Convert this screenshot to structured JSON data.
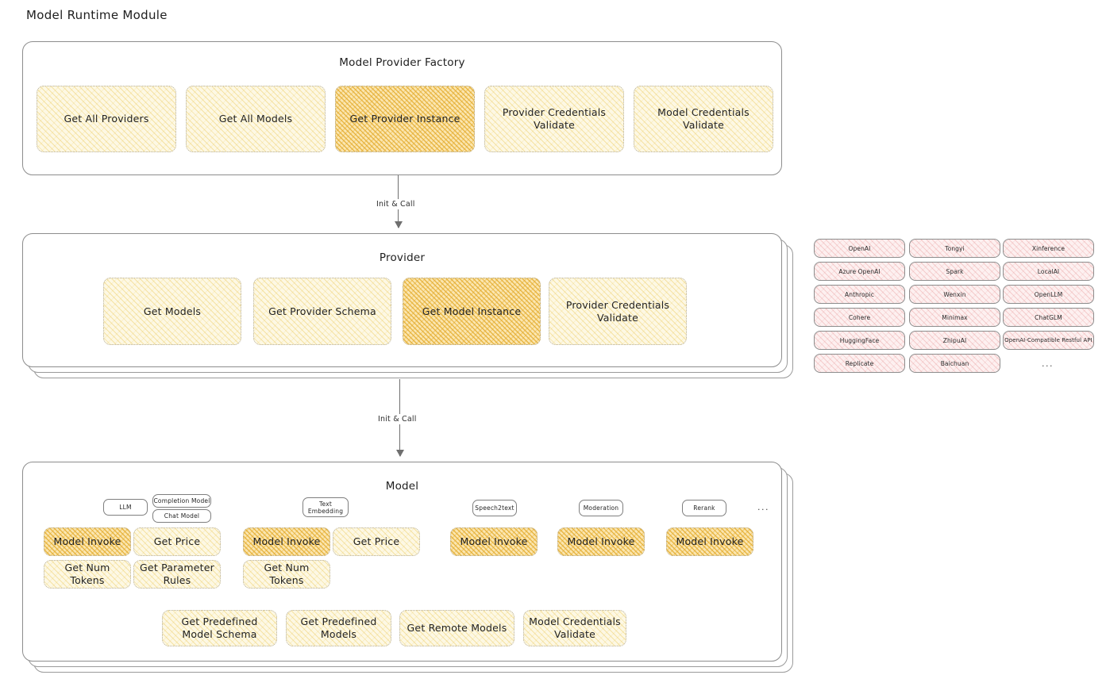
{
  "diagram": {
    "title": "Model Runtime Module",
    "colors": {
      "fill_light": "#fdf8e4",
      "fill_strong": "#fbe6b0",
      "fill_rose": "#fdf0f0",
      "fill_blue": "#e8f1fa",
      "stroke": "#8d8d8d",
      "text": "#232323"
    }
  },
  "factory": {
    "title": "Model Provider Factory",
    "cards": [
      {
        "label": "Get All Providers",
        "highlight": false
      },
      {
        "label": "Get All Models",
        "highlight": false
      },
      {
        "label": "Get Provider Instance",
        "highlight": true
      },
      {
        "label": "Provider Credentials Validate",
        "highlight": false
      },
      {
        "label": "Model Credentials Validate",
        "highlight": false
      }
    ]
  },
  "connector_1": {
    "label": "Init & Call"
  },
  "provider": {
    "title": "Provider",
    "cards": [
      {
        "label": "Get Models",
        "highlight": false
      },
      {
        "label": "Get Provider Schema",
        "highlight": false
      },
      {
        "label": "Get Model Instance",
        "highlight": true
      },
      {
        "label": "Provider Credentials Validate",
        "highlight": false
      }
    ]
  },
  "provider_list": {
    "columns": [
      [
        "OpenAI",
        "Azure OpenAI",
        "Anthropic",
        "Cohere",
        "HuggingFace",
        "Replicate"
      ],
      [
        "Tongyi",
        "Spark",
        "Wenxin",
        "Minimax",
        "ZhipuAI",
        "Baichuan"
      ],
      [
        "Xinference",
        "LocalAI",
        "OpenLLM",
        "ChatGLM",
        "OpenAI-Compatible Restful API"
      ]
    ],
    "more": "..."
  },
  "connector_2": {
    "label": "Init & Call"
  },
  "model": {
    "title": "Model",
    "more": "...",
    "groups": [
      {
        "badge": "LLM",
        "sub_badges": [
          "Completion Model",
          "Chat Model"
        ],
        "cards": [
          {
            "label": "Model Invoke",
            "highlight": true
          },
          {
            "label": "Get Price",
            "highlight": false
          },
          {
            "label": "Get Num Tokens",
            "highlight": false
          },
          {
            "label": "Get Parameter Rules",
            "highlight": false
          }
        ]
      },
      {
        "badge": "Text Embedding",
        "sub_badges": [],
        "cards": [
          {
            "label": "Model Invoke",
            "highlight": true
          },
          {
            "label": "Get Price",
            "highlight": false
          },
          {
            "label": "Get Num Tokens",
            "highlight": false
          }
        ]
      },
      {
        "badge": "Speech2text",
        "sub_badges": [],
        "cards": [
          {
            "label": "Model Invoke",
            "highlight": true
          }
        ]
      },
      {
        "badge": "Moderation",
        "sub_badges": [],
        "cards": [
          {
            "label": "Model Invoke",
            "highlight": true
          }
        ]
      },
      {
        "badge": "Rerank",
        "sub_badges": [],
        "cards": [
          {
            "label": "Model Invoke",
            "highlight": true
          }
        ]
      }
    ],
    "shared_cards": [
      "Get Predefined Model Schema",
      "Get Predefined Models",
      "Get Remote Models",
      "Model Credentials Validate"
    ]
  }
}
